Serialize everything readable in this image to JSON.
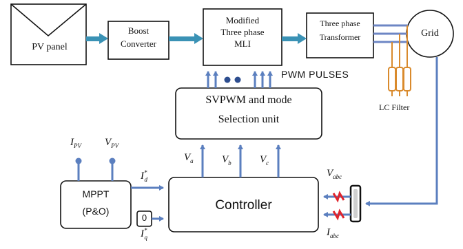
{
  "blocks": {
    "pv_panel": "PV panel",
    "boost_line1": "Boost",
    "boost_line2": "Converter",
    "mli_line1": "Modified",
    "mli_line2": "Three phase",
    "mli_line3": "MLI",
    "transformer_line1": "Three phase",
    "transformer_line2": "Transformer",
    "grid": "Grid",
    "svpwm_line1": "SVPWM and mode",
    "svpwm_line2": "Selection unit",
    "controller": "Controller",
    "mppt_line1": "MPPT",
    "mppt_line2": "(P&O)",
    "zero": "0"
  },
  "labels": {
    "pwm_pulses": "PWM PULSES",
    "lc_filter": "LC Filter"
  },
  "signals": {
    "i_pv": {
      "base": "I",
      "sub": "PV"
    },
    "v_pv": {
      "base": "V",
      "sub": "PV"
    },
    "i_d": {
      "base": "I",
      "sup": "*",
      "sub": "d"
    },
    "i_q": {
      "base": "I",
      "sup": "*",
      "sub": "q"
    },
    "v_a": {
      "base": "V",
      "sub": "a"
    },
    "v_b": {
      "base": "V",
      "sub": "b"
    },
    "v_c": {
      "base": "V",
      "sub": "c"
    },
    "v_abc": {
      "base": "V",
      "sub": "abc"
    },
    "i_abc": {
      "base": "I",
      "sub": "abc"
    }
  },
  "colors": {
    "arrow": "#5b7fbf",
    "thick_arrow": "#3a92b5",
    "filter": "#d98a2c",
    "sensor_marks": "#e0242c",
    "box_stroke": "#111111"
  }
}
